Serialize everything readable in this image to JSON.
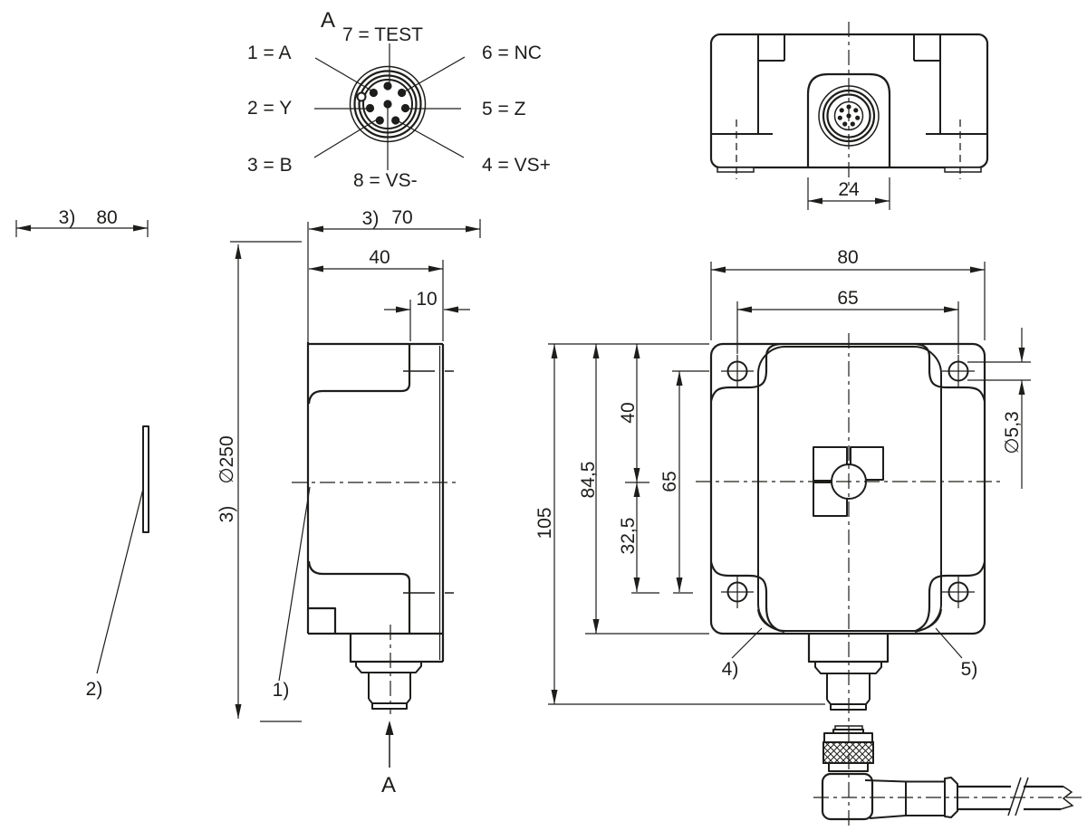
{
  "pinout": {
    "view_label": "A",
    "pins": {
      "p1": "1 = A",
      "p2": "2 = Y",
      "p3": "3 = B",
      "p4": "4 = VS+",
      "p5": "5 = Z",
      "p6": "6 = NC",
      "p7": "7 = TEST",
      "p8": "8 = VS-"
    }
  },
  "top_view": {
    "width_dim": "24"
  },
  "wheel": {
    "note_ref": "3)",
    "width_dim": "80",
    "dia_note_ref": "3)",
    "dia_dim": "∅250",
    "item_label": "2)"
  },
  "side_view": {
    "note_ref": "3)",
    "overall_width_dim": "70",
    "body_width_dim": "40",
    "offset_dim": "10",
    "item_label": "1)",
    "section_label": "A"
  },
  "front_view": {
    "width_dim": "80",
    "hole_spacing_h_dim": "65",
    "height_dim": "105",
    "body_height_dim": "84,5",
    "top_to_center_dim": "40",
    "hole_spacing_v_dim": "65",
    "center_to_hole_dim": "32,5",
    "hole_dia_dim": "∅5,3",
    "item_label_4": "4)",
    "item_label_5": "5)"
  }
}
